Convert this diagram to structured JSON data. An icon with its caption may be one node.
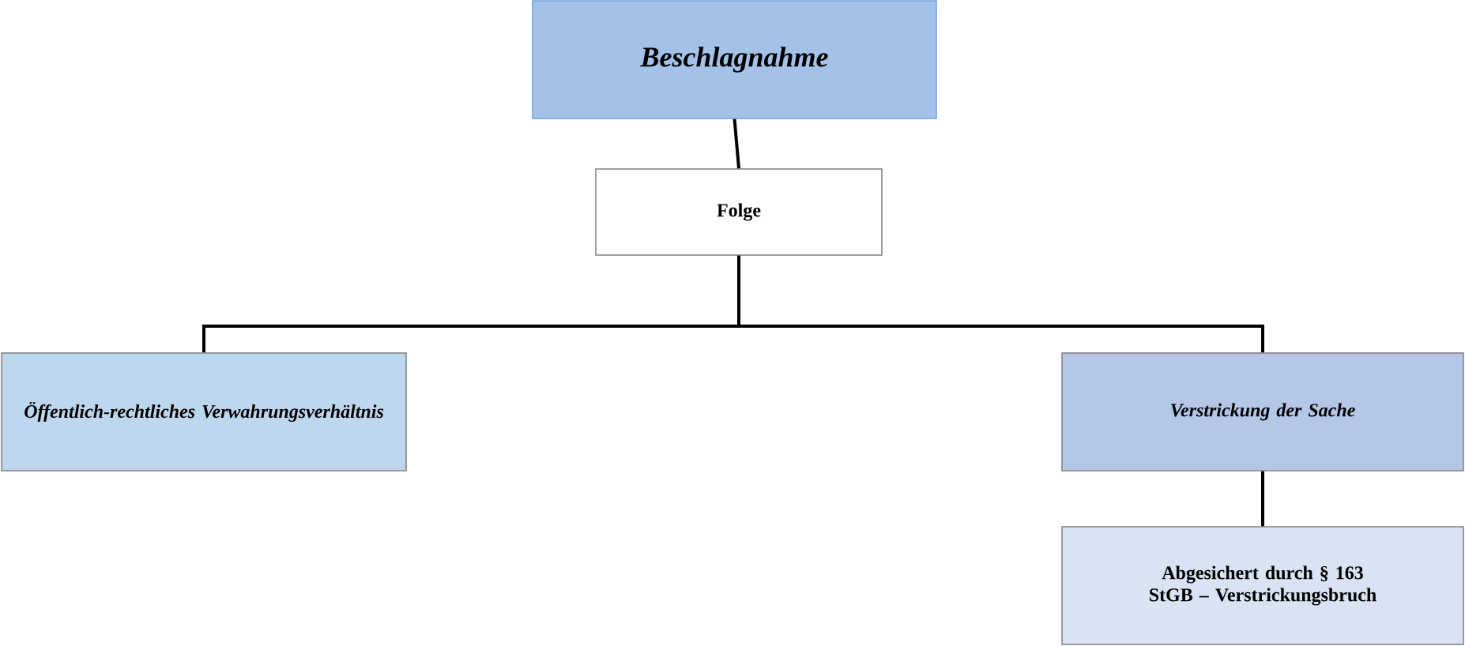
{
  "diagram": {
    "nodes": [
      {
        "text": [
          "Beschlagnahme"
        ]
      },
      {
        "text": [
          "Folge"
        ]
      },
      {
        "text": [
          "Öffentlich-rechtliches Verwahrungsverhältnis"
        ]
      },
      {
        "text": [
          "Verstrickung der Sache"
        ]
      },
      {
        "text": [
          "Abgesichert durch § 163 StGB – Verstrickungsbruch"
        ]
      }
    ],
    "edges": [
      {
        "from": 0,
        "to": 1,
        "arrow": "none"
      },
      {
        "from": 1,
        "to": 2,
        "arrow": "none"
      },
      {
        "from": 1,
        "to": 3,
        "arrow": "none"
      },
      {
        "from": 3,
        "to": 4,
        "arrow": "none"
      }
    ]
  }
}
